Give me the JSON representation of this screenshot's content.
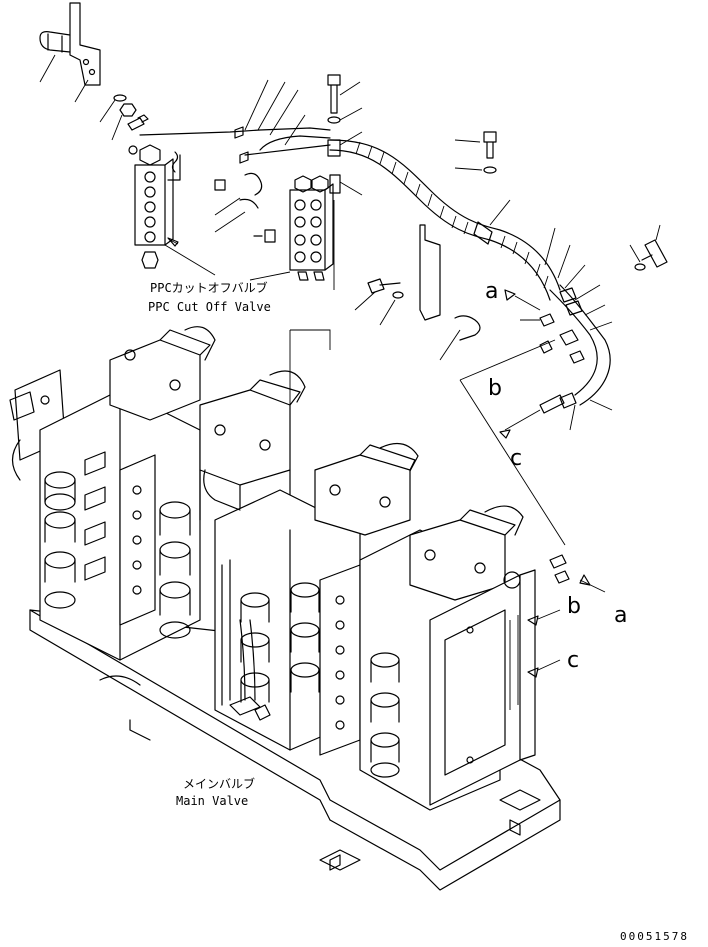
{
  "labels": {
    "ppc_valve_jp": "PPCカットオフバルブ",
    "ppc_valve_en": "PPC Cut Off Valve",
    "main_valve_jp": "メインバルブ",
    "main_valve_en": "Main Valve",
    "doc_number": "00051578"
  },
  "callouts": {
    "a_upper": "a",
    "b_upper": "b",
    "c_upper": "c",
    "a_lower": "a",
    "b_lower": "b",
    "c_lower": "c"
  },
  "colors": {
    "ink": "#000000",
    "paper": "#ffffff"
  }
}
